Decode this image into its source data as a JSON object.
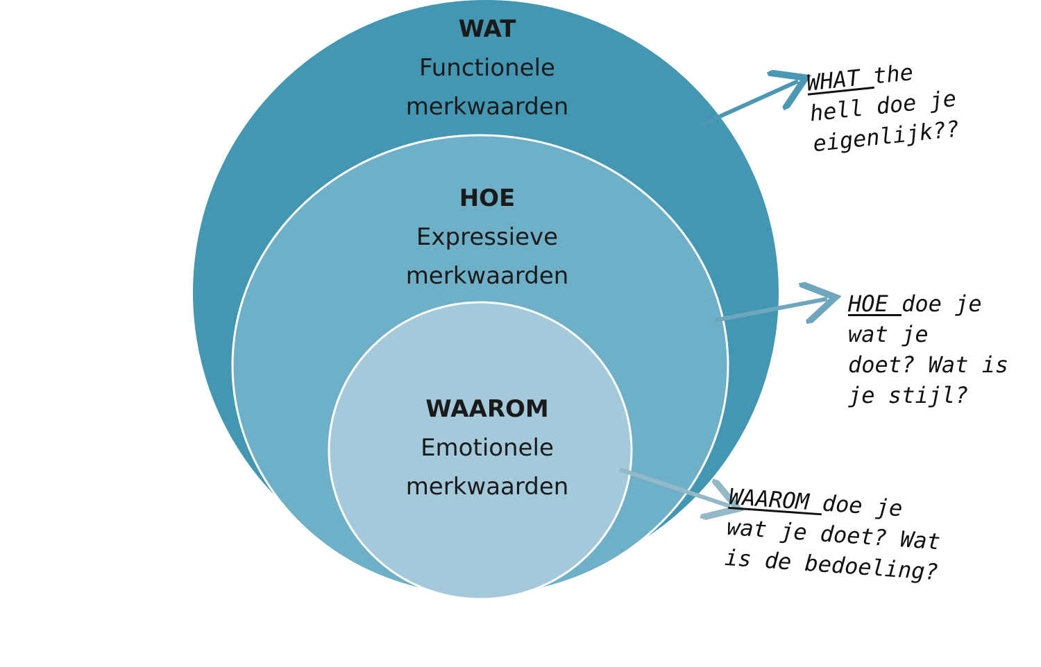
{
  "colors": {
    "outer_ring": "#4397b3",
    "middle_ring": "#6fb0c9",
    "inner_ring": "#a3c9da",
    "ring_border": "#ffffff",
    "arrow_outer": "#4a98b4",
    "arrow_middle": "#6ea6bd",
    "arrow_inner": "#93b8c8"
  },
  "rings": {
    "wat": {
      "title": "WAT",
      "line1": "Functionele",
      "line2": "merkwaarden"
    },
    "hoe": {
      "title": "HOE",
      "line1": "Expressieve",
      "line2": "merkwaarden"
    },
    "waarom": {
      "title": "WAAROM",
      "line1": "Emotionele",
      "line2": "merkwaarden"
    }
  },
  "notes": {
    "wat": {
      "keyword": "WHAT ",
      "rest1": "the",
      "line2": "hell doe je",
      "line3": "eigenlijk??"
    },
    "hoe": {
      "keyword": "HOE ",
      "rest1": "doe je",
      "line2": "wat je",
      "line3": "doet? Wat is",
      "line4": "je stijl?"
    },
    "waarom": {
      "keyword": "WAAROM ",
      "rest1": "doe je",
      "line2": "wat je doet? Wat",
      "line3": "is de bedoeling?"
    }
  }
}
